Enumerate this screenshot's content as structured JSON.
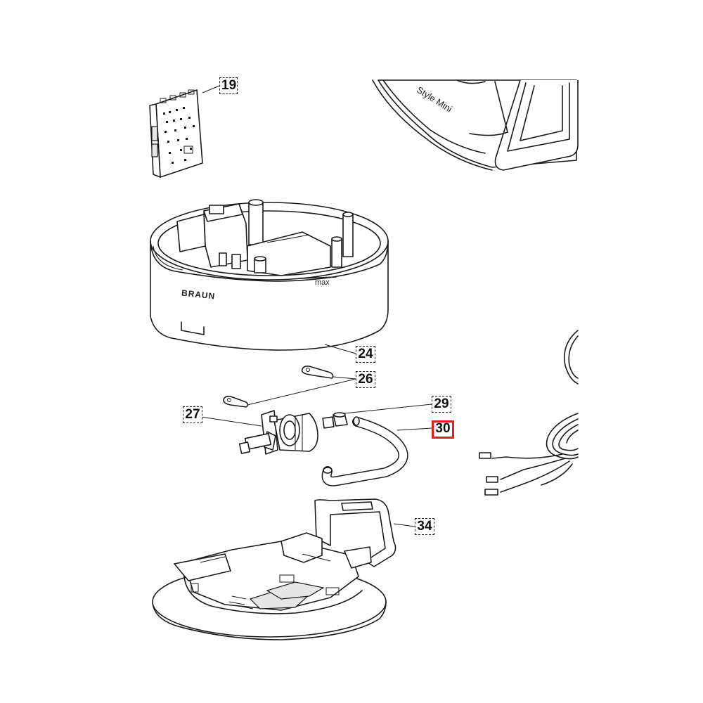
{
  "diagram": {
    "callouts": [
      {
        "id": "19",
        "label": "19",
        "highlighted": false
      },
      {
        "id": "24",
        "label": "24",
        "highlighted": false
      },
      {
        "id": "26",
        "label": "26",
        "highlighted": false
      },
      {
        "id": "27",
        "label": "27",
        "highlighted": false
      },
      {
        "id": "29",
        "label": "29",
        "highlighted": false
      },
      {
        "id": "30",
        "label": "30",
        "highlighted": true
      },
      {
        "id": "34",
        "label": "34",
        "highlighted": false
      }
    ],
    "printed_text": {
      "brand": "BRAUN",
      "max_mark": "max",
      "model_text": "Style Mini"
    },
    "colors": {
      "line": "#1a1a1a",
      "highlight": "#e02020",
      "background": "#ffffff"
    }
  }
}
